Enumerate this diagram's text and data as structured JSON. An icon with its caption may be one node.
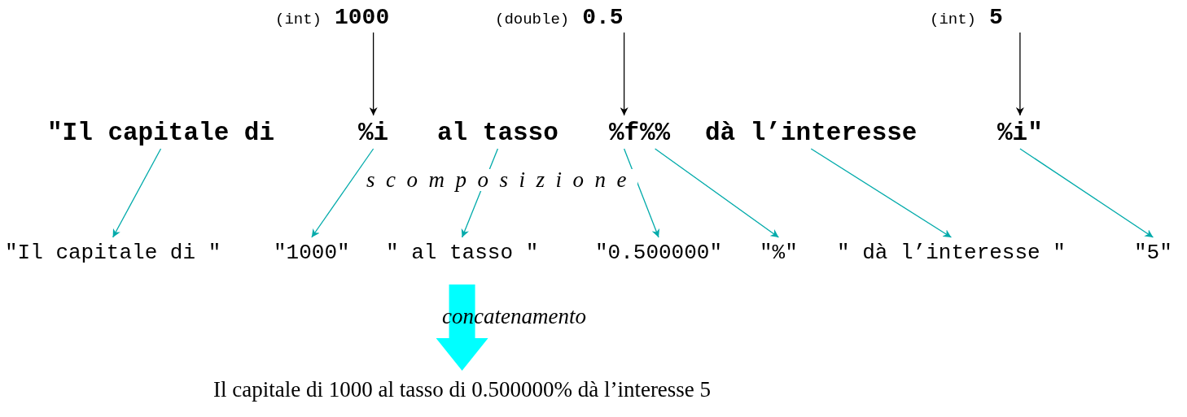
{
  "diagram": {
    "nodes": [
      {
        "text": [
          "(int)",
          "1000"
        ]
      },
      {
        "text": [
          "(double)",
          "0.5"
        ]
      },
      {
        "text": [
          "(int)",
          "5"
        ]
      },
      {
        "text": [
          "\"Il capitale di"
        ]
      },
      {
        "text": [
          "%i"
        ]
      },
      {
        "text": [
          "al tasso"
        ]
      },
      {
        "text": [
          "%f"
        ]
      },
      {
        "text": [
          "%%"
        ]
      },
      {
        "text": [
          "dà l’interesse"
        ]
      },
      {
        "text": [
          "%i\""
        ]
      },
      {
        "text": [
          "\"Il capitale di \""
        ]
      },
      {
        "text": [
          "\"1000\""
        ]
      },
      {
        "text": [
          "\" al tasso \""
        ]
      },
      {
        "text": [
          "\"0.500000\""
        ]
      },
      {
        "text": [
          "\"%\""
        ]
      },
      {
        "text": [
          "\" dà l’interesse \""
        ]
      },
      {
        "text": [
          "\"5\""
        ]
      },
      {
        "text": [
          "Il capitale di 1000 al tasso di 0.500000% dà l’interesse 5"
        ]
      }
    ],
    "edges": [
      {
        "from": 0,
        "to": 4,
        "arrow": "to",
        "color": "#000000"
      },
      {
        "from": 1,
        "to": 6,
        "arrow": "to",
        "color": "#000000"
      },
      {
        "from": 2,
        "to": 9,
        "arrow": "to",
        "color": "#000000"
      },
      {
        "from": 3,
        "to": 10,
        "arrow": "to",
        "color": "#00aaaa"
      },
      {
        "from": 4,
        "to": 11,
        "arrow": "to",
        "color": "#00aaaa"
      },
      {
        "from": 5,
        "to": 12,
        "arrow": "to",
        "color": "#00aaaa"
      },
      {
        "from": 6,
        "to": 13,
        "arrow": "to",
        "color": "#00aaaa"
      },
      {
        "from": 7,
        "to": 14,
        "arrow": "to",
        "color": "#00aaaa"
      },
      {
        "from": 8,
        "to": 15,
        "arrow": "to",
        "color": "#00aaaa"
      },
      {
        "from": 9,
        "to": 16,
        "arrow": "to",
        "color": "#00aaaa"
      },
      {
        "from": null,
        "to": 17,
        "arrow": "to",
        "style": "thick",
        "color": "#00ffff"
      }
    ],
    "labels": [
      "scomposizione",
      "concatenamento"
    ]
  }
}
